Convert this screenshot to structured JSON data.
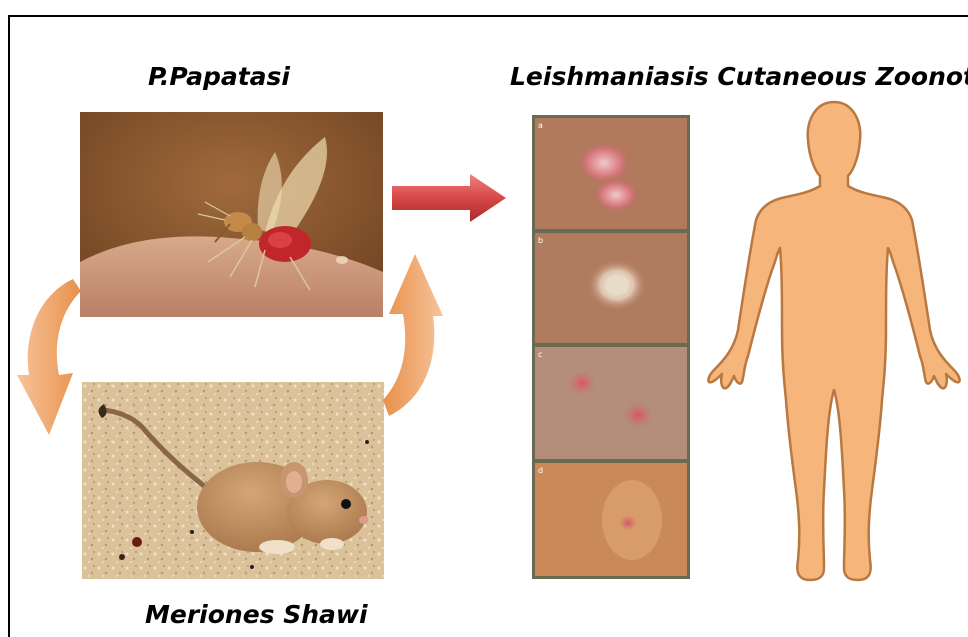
{
  "labels": {
    "vector": "P.Papatasi",
    "disease": "Leishmaniasis Cutaneous Zoonotic",
    "reservoir": "Meriones Shawi"
  },
  "panel_tags": [
    "a",
    "b",
    "c",
    "d"
  ],
  "colors": {
    "red_arrow": "#d84848",
    "orange_arrow": "#f0a060",
    "body_fill": "#f6b57a",
    "body_stroke": "#b87840",
    "skin": "#c98f70",
    "sand": "#dcc29a"
  }
}
